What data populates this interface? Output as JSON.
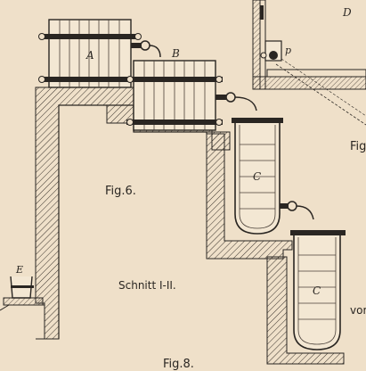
{
  "labels": {
    "a": "A",
    "b": "B",
    "c_upper": "C",
    "c_lower": "C",
    "d": "D",
    "e": "E",
    "p": "p"
  },
  "captions": {
    "fig6": "Fig.6.",
    "section": "Schnitt I-II.",
    "fig8": "Fig.8.",
    "fig_cut": "Fig",
    "vor_cut": "vor"
  },
  "colors": {
    "paper": "#efe0c9",
    "ink": "#2a2622"
  }
}
